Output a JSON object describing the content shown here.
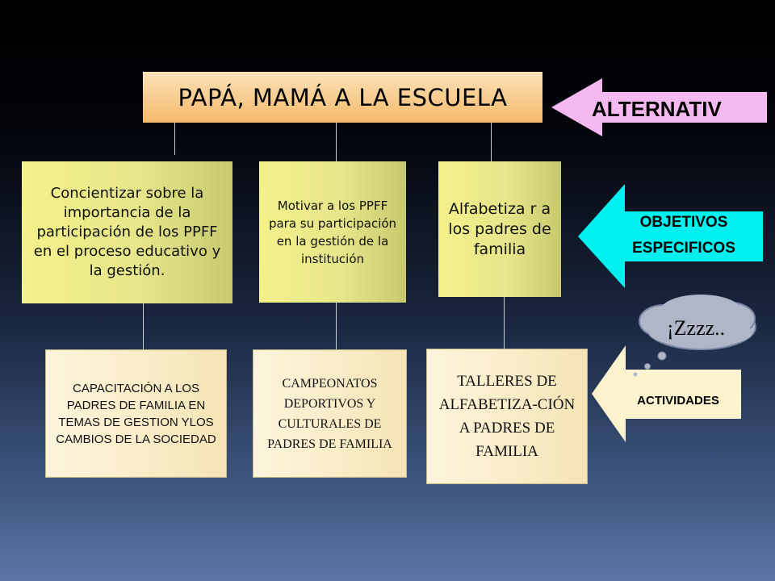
{
  "title": "PAPÁ, MAMÁ A LA ESCUELA",
  "objectives": [
    "Concientizar sobre la importancia de la participación de los PPFF en el proceso educativo y la gestión.",
    "Motivar a los PPFF para su participación en la gestión de la institución",
    "Alfabetiza r a los padres de familia"
  ],
  "activities": [
    "CAPACITACIÓN A LOS PADRES DE FAMILIA EN TEMAS DE GESTION YLOS CAMBIOS DE LA SOCIEDAD",
    "CAMPEONATOS DEPORTIVOS Y CULTURALES DE PADRES DE FAMILIA",
    "TALLERES DE ALFABETIZA-CIÓN A PADRES DE FAMILIA"
  ],
  "labels": {
    "alternativa": "ALTERNATIV",
    "objetivos_line1": "OBJETIVOS",
    "objetivos_line2": "ESPECIFICOS",
    "actividades": "ACTIVIDADES"
  },
  "bubble": "¡Zzzz..",
  "colors": {
    "title_fill": "#f6b96a",
    "objective_fill": "#e7e68a",
    "activity_fill": "#f6e4b6",
    "alternativa_arrow": "#f6b8f0",
    "objetivos_arrow": "#00f0f0",
    "actividades_arrow": "#fdf3cf",
    "bubble_fill": "#aeb6c8"
  }
}
